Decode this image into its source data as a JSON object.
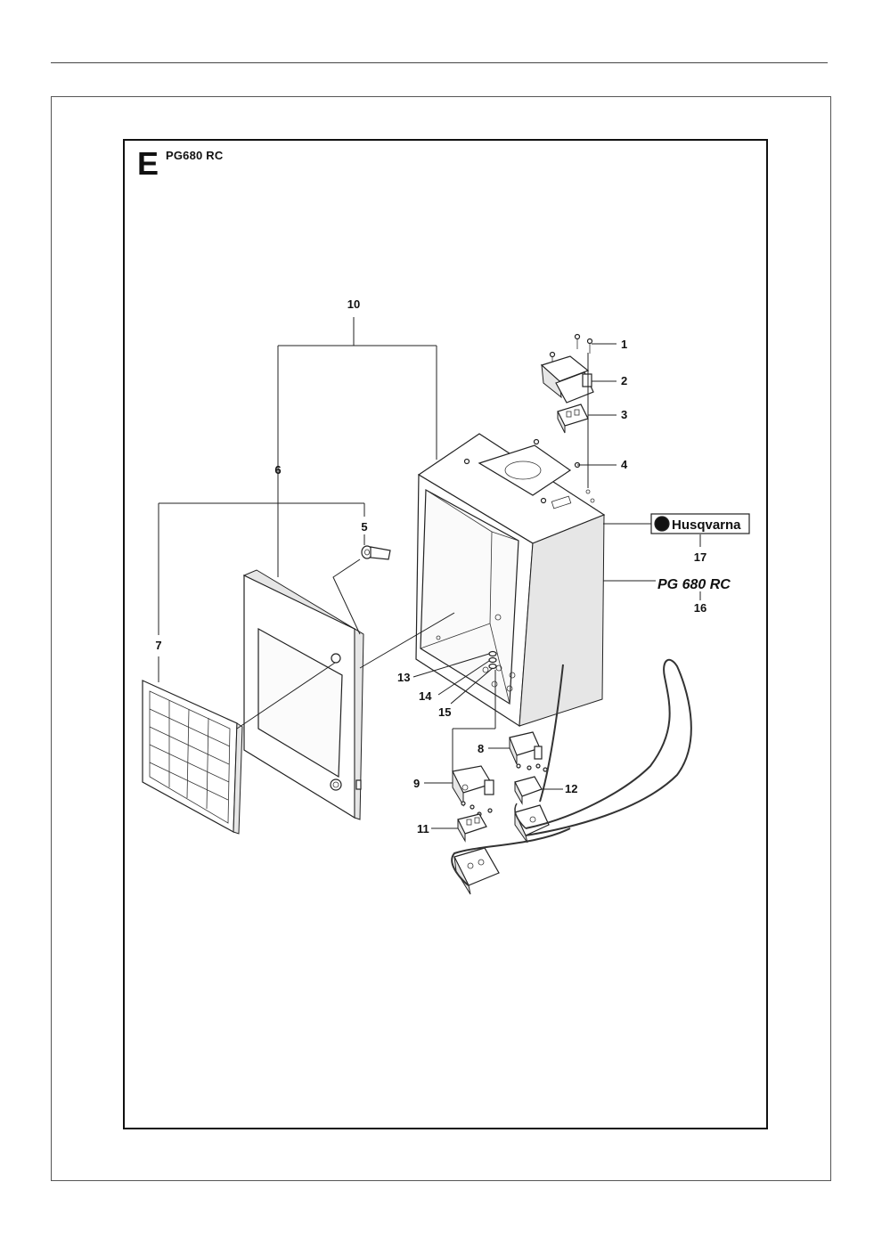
{
  "header": {
    "section_letter": "E",
    "model": "PG680 RC"
  },
  "callouts": [
    {
      "id": "1",
      "label": "1"
    },
    {
      "id": "2",
      "label": "2"
    },
    {
      "id": "3",
      "label": "3"
    },
    {
      "id": "4",
      "label": "4"
    },
    {
      "id": "5",
      "label": "5"
    },
    {
      "id": "6",
      "label": "6"
    },
    {
      "id": "7",
      "label": "7"
    },
    {
      "id": "8",
      "label": "8"
    },
    {
      "id": "9",
      "label": "9"
    },
    {
      "id": "10",
      "label": "10"
    },
    {
      "id": "11",
      "label": "11"
    },
    {
      "id": "12",
      "label": "12"
    },
    {
      "id": "13",
      "label": "13"
    },
    {
      "id": "14",
      "label": "14"
    },
    {
      "id": "15",
      "label": "15"
    },
    {
      "id": "16",
      "label": "16"
    },
    {
      "id": "17",
      "label": "17"
    }
  ],
  "decals": {
    "brand_logo_text": "Husqvarna",
    "model_decal_text": "PG 680 RC"
  }
}
